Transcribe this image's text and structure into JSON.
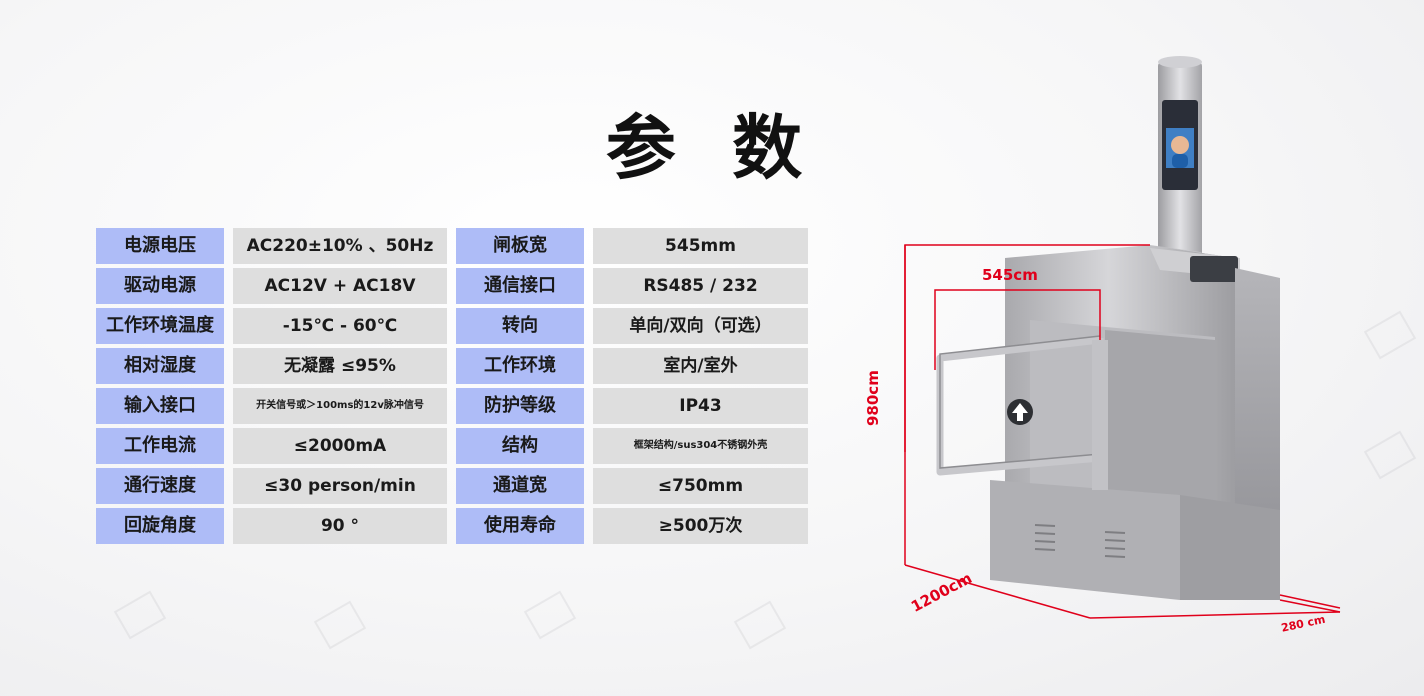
{
  "title": "参 数",
  "specs": [
    {
      "label1": "电源电压",
      "value1": "AC220±10% 、50Hz",
      "label2": "闸板宽",
      "value2": "545mm"
    },
    {
      "label1": "驱动电源",
      "value1": "AC12V + AC18V",
      "label2": "通信接口",
      "value2": "RS485 / 232"
    },
    {
      "label1": "工作环境温度",
      "value1": "-15℃ - 60℃",
      "label2": "转向",
      "value2": "单向/双向（可选）"
    },
    {
      "label1": "相对湿度",
      "value1": "无凝露 ≤95%",
      "label2": "工作环境",
      "value2": "室内/室外"
    },
    {
      "label1": "输入接口",
      "value1": "开关信号或＞100ms的12v脉冲信号",
      "label2": "防护等级",
      "value2": "IP43"
    },
    {
      "label1": "工作电流",
      "value1": "≤2000mA",
      "label2": "结构",
      "value2": "框架结构/sus304不锈钢外壳"
    },
    {
      "label1": "通行速度",
      "value1": "≤30 person/min",
      "label2": "通道宽",
      "value2": "≤750mm"
    },
    {
      "label1": "回旋角度",
      "value1": "90 °",
      "label2": "使用寿命",
      "value2": "≥500万次"
    }
  ],
  "dimensions": {
    "width": "545cm",
    "height": "980cm",
    "length": "1200cm",
    "depth": "280 cm"
  },
  "colors": {
    "label_bg": "#aebcf7",
    "value_bg": "#dedede",
    "dimension_lines": "#e0001b",
    "steel": "#b9b9bc"
  }
}
